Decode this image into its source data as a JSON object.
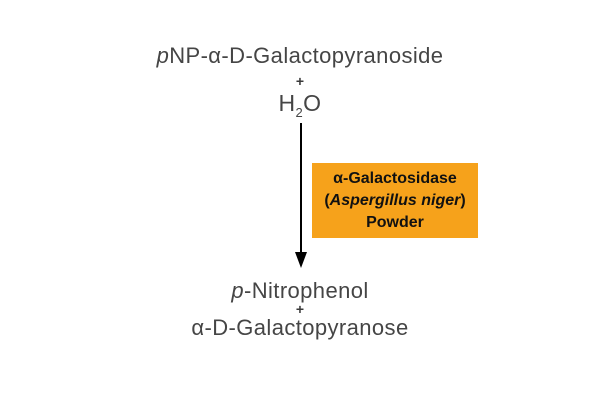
{
  "diagram": {
    "reactants": {
      "substrate_prefix": "p",
      "substrate_name": "NP-α-D-Galactopyranoside",
      "plus": "+",
      "water_h": "H",
      "water_subscript": "2",
      "water_o": "O"
    },
    "enzyme_box": {
      "line1": "α-Galactosidase",
      "line2_open_paren": "(",
      "line2_species": "Aspergillus niger",
      "line2_close_paren": ")",
      "line3": "Powder",
      "background_color": "#F6A21B",
      "text_color": "#111111"
    },
    "products": {
      "product1_prefix": "p",
      "product1_name": "-Nitrophenol",
      "plus": "+",
      "product2_name": "α-D-Galactopyranose"
    },
    "colors": {
      "background": "#ffffff",
      "main_text": "#454545",
      "arrow": "#000000"
    }
  }
}
